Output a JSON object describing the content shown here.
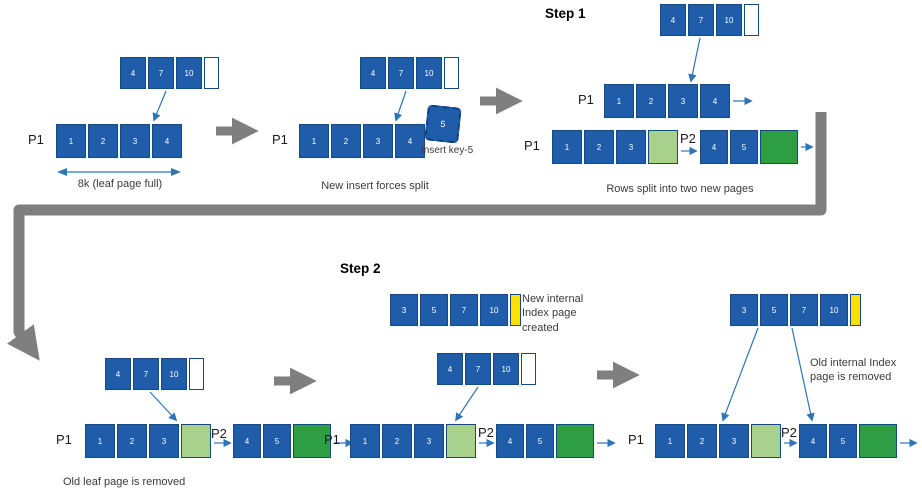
{
  "steps": {
    "step1": "Step 1",
    "step2": "Step 2"
  },
  "labels": {
    "p1": "P1",
    "p2": "P2",
    "leaf_full": "8k (leaf page full)",
    "insert_forces": "New insert forces split",
    "insert_key": "Insert key-5",
    "rows_split": "Rows split into two new pages",
    "old_leaf_removed": "Old leaf page is removed",
    "new_internal_created": "New internal Index page created",
    "old_internal_removed": "Old internal Index page is removed",
    "blob_key": "5"
  },
  "cells": {
    "index_top": [
      "4",
      "7",
      "10"
    ],
    "leaf_full": [
      "1",
      "2",
      "3",
      "4"
    ],
    "leaf_split": [
      "1",
      "2",
      "3"
    ],
    "page2": [
      "4",
      "5"
    ],
    "internal_new": [
      "3",
      "5",
      "7",
      "10"
    ]
  },
  "colors": {
    "page_blue": "#1f5ca9",
    "light_green": "#a9d18e",
    "dark_green": "#2e9e44",
    "highlight_yellow": "#ffe000",
    "arrow_blue": "#2e75b6",
    "arrow_gray": "#7f7f7f"
  }
}
